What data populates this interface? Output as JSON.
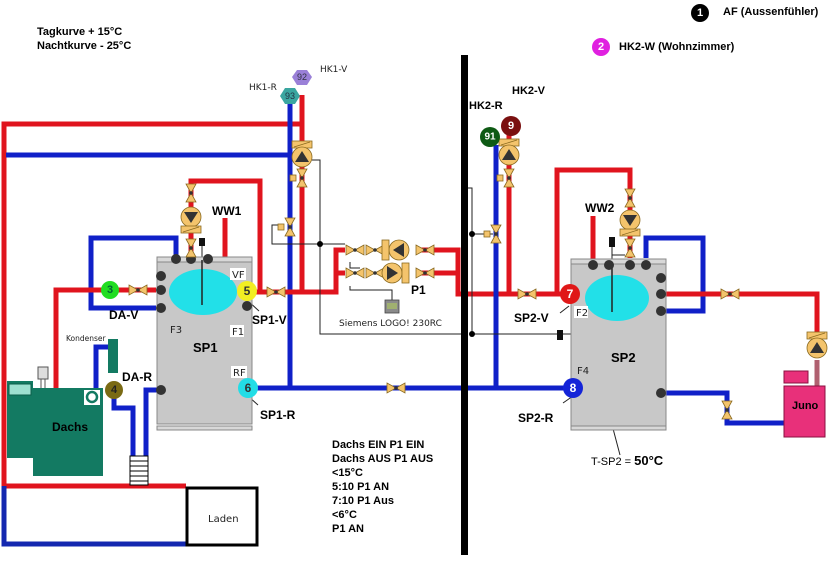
{
  "legend": {
    "curve_day": "Tagkurve + 15°C",
    "curve_night": "Nachtkurve - 25°C",
    "sensors": [
      {
        "id": "1",
        "label": "AF (Aussenfühler)",
        "color": "#000000"
      },
      {
        "id": "2",
        "label": "HK2-W (Wohnzimmer)",
        "color": "#e020e0"
      }
    ]
  },
  "circuits": {
    "hk1_r": "HK1-R",
    "hk1_v": "HK1-V",
    "hk2_r": "HK2-R",
    "hk2_v": "HK2-V"
  },
  "sensors": {
    "s3": "3",
    "s4": "4",
    "s5": "5",
    "s6": "6",
    "s7": "7",
    "s8": "8",
    "s9": "9",
    "s91": "91",
    "s92": "92",
    "s93": "93"
  },
  "sensor_colors": {
    "s3": "#22dd22",
    "s4": "#7a6a14",
    "s5": "#f2ee22",
    "s6": "#22dde6",
    "s7": "#e01818",
    "s8": "#1424d8",
    "s9": "#7a1010",
    "s91": "#0e5a14",
    "s92": "#9a80d8",
    "s93": "#3aa6a0"
  },
  "tanks": {
    "sp1": {
      "name": "SP1",
      "ports": [
        "VF",
        "F1",
        "F3",
        "RF"
      ]
    },
    "sp2": {
      "name": "SP2",
      "ports": [
        "F2",
        "F4"
      ]
    }
  },
  "labels": {
    "ww1": "WW1",
    "ww2": "WW2",
    "da_v": "DA-V",
    "da_r": "DA-R",
    "sp1_v": "SP1-V",
    "sp1_r": "SP1-R",
    "sp2_v": "SP2-V",
    "sp2_r": "SP2-R",
    "kondenser": "Kondenser",
    "p1": "P1",
    "controller": "Siemens LOGO! 230RC",
    "t_sp2_label": "T-SP2 = ",
    "t_sp2_value": "50°C"
  },
  "units": {
    "dachs": "Dachs",
    "juno": "Juno",
    "laden": "Laden"
  },
  "notes": [
    "Dachs EIN P1 EIN",
    "Dachs AUS P1 AUS",
    "<15°C",
    "5:10 P1 AN",
    "7:10 P1 Aus",
    "<6°C",
    "P1 AN"
  ],
  "colors": {
    "supply": "#e0141e",
    "return": "#1020c8",
    "tank": "#c8c8c8",
    "coil": "#22e0e8",
    "boiler": "#137a62",
    "juno": "#e8307a",
    "valve": "#f0c060"
  }
}
